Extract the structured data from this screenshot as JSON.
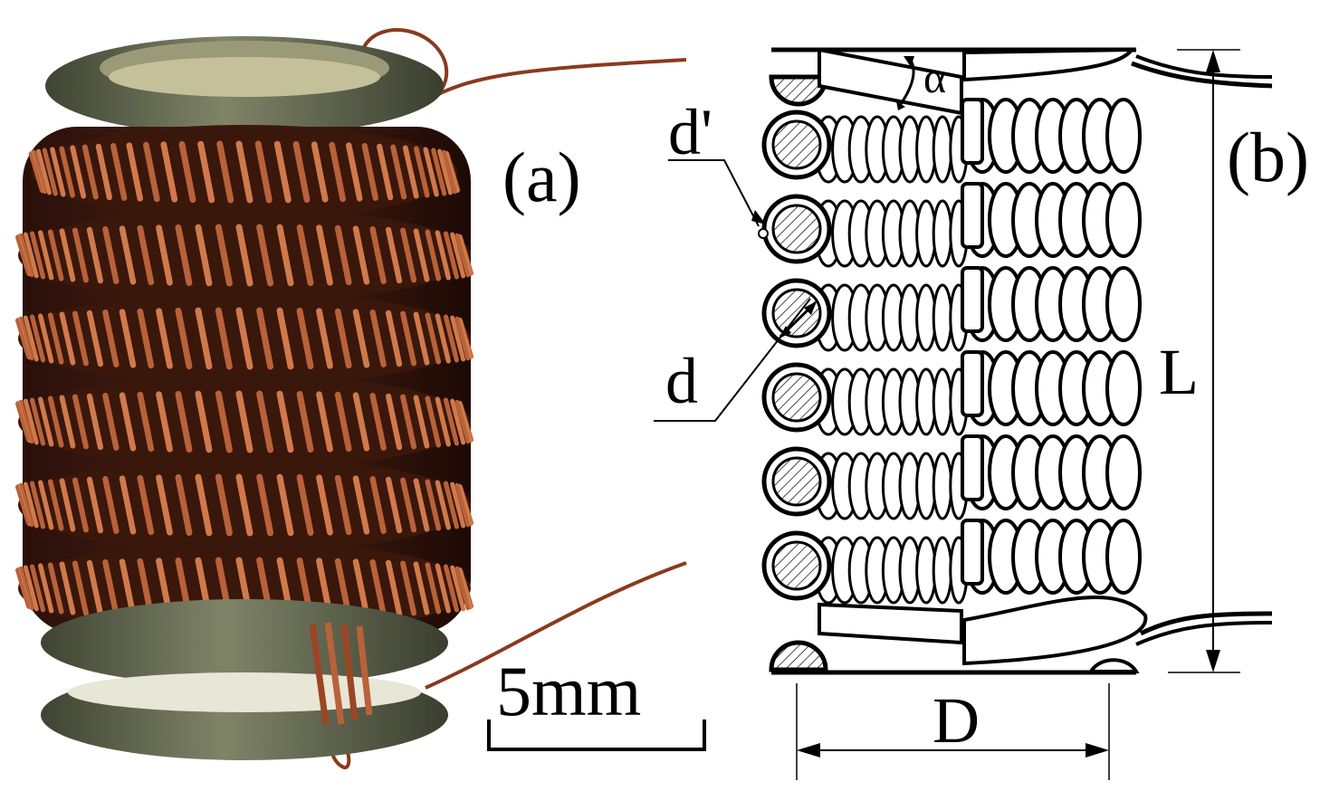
{
  "panels": {
    "a": {
      "label": "(a)",
      "scale_bar_text": "5mm",
      "coil_turns_visible": 6
    },
    "b": {
      "label": "(b)"
    }
  },
  "symbols": {
    "alpha": "α",
    "d_prime": "d'",
    "d": "d",
    "L": "L",
    "D": "D"
  },
  "colors": {
    "copper": "#b8623a",
    "copper_dark": "#6e2c14",
    "core": "#5a5f48",
    "line": "#000000"
  }
}
